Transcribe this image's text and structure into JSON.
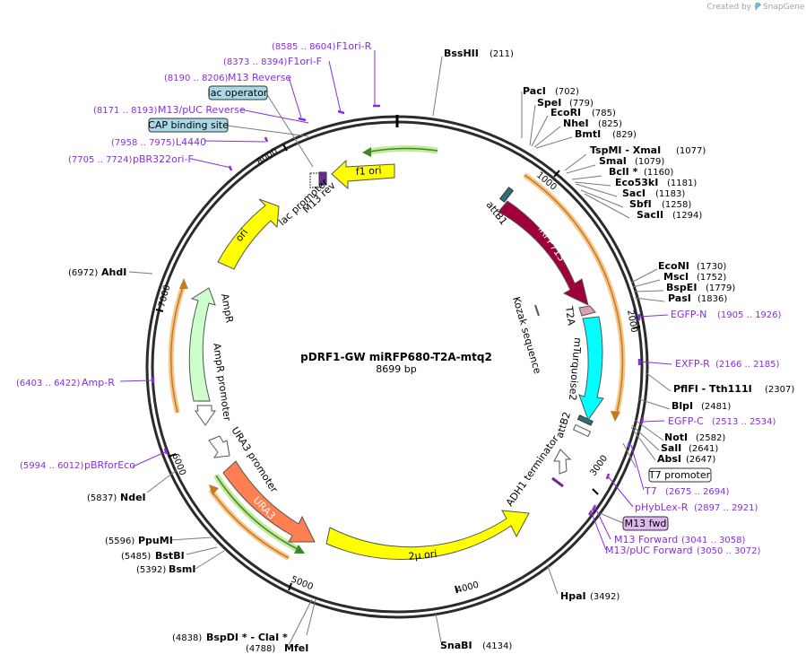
{
  "brand": {
    "created_by": "Created by",
    "app_name": "SnapGene"
  },
  "plasmid": {
    "name": "pDRF1-GW miRFP680-T2A-mtq2",
    "length": "8699 bp"
  },
  "ticks": [
    "1000",
    "2000",
    "3000",
    "4000",
    "5000",
    "6000",
    "7000",
    "8000"
  ],
  "enzymes": [
    {
      "name": "BssHII",
      "pos": "(211)"
    },
    {
      "name": "PacI",
      "pos": "(702)"
    },
    {
      "name": "SpeI",
      "pos": "(779)"
    },
    {
      "name": "EcoRI",
      "pos": "(785)"
    },
    {
      "name": "NheI",
      "pos": "(825)"
    },
    {
      "name": "BmtI",
      "pos": "(829)"
    },
    {
      "name": "TspMI  - XmaI",
      "pos": "(1077)"
    },
    {
      "name": "SmaI",
      "pos": "(1079)"
    },
    {
      "name": "BclI *",
      "pos": "(1160)"
    },
    {
      "name": "Eco53kI",
      "pos": "(1181)"
    },
    {
      "name": "SacI",
      "pos": "(1183)"
    },
    {
      "name": "SbfI",
      "pos": "(1258)"
    },
    {
      "name": "SacII",
      "pos": "(1294)"
    },
    {
      "name": "EcoNI",
      "pos": "(1730)"
    },
    {
      "name": "MscI",
      "pos": "(1752)"
    },
    {
      "name": "BspEI",
      "pos": "(1779)"
    },
    {
      "name": "PasI",
      "pos": "(1836)"
    },
    {
      "name": "PflFI  - Tth111I",
      "pos": "(2307)"
    },
    {
      "name": "BlpI",
      "pos": "(2481)"
    },
    {
      "name": "NotI",
      "pos": "(2582)"
    },
    {
      "name": "SalI",
      "pos": "(2641)"
    },
    {
      "name": "AbsI",
      "pos": "(2647)"
    },
    {
      "name": "HpaI",
      "pos": "(3492)"
    },
    {
      "name": "SnaBI",
      "pos": "(4134)"
    },
    {
      "name": "BspDI *  - ClaI *",
      "pos": "(4838)"
    },
    {
      "name": "MfeI",
      "pos": "(4788)"
    },
    {
      "name": "BsmI",
      "pos": "(5392)"
    },
    {
      "name": "BstBI",
      "pos": "(5485)"
    },
    {
      "name": "PpuMI",
      "pos": "(5596)"
    },
    {
      "name": "NdeI",
      "pos": "(5837)"
    },
    {
      "name": "AhdI",
      "pos": "(6972)"
    }
  ],
  "primers": [
    {
      "name": "F1ori-R",
      "range": "(8585 .. 8604)"
    },
    {
      "name": "F1ori-F",
      "range": "(8373 .. 8394)"
    },
    {
      "name": "M13 Reverse",
      "range": "(8190 .. 8206)"
    },
    {
      "name": "M13/pUC Reverse",
      "range": "(8171 .. 8193)"
    },
    {
      "name": "L4440",
      "range": "(7958 .. 7975)"
    },
    {
      "name": "pBR322ori-F",
      "range": "(7705 .. 7724)"
    },
    {
      "name": "Amp-R",
      "range": "(6403 .. 6422)"
    },
    {
      "name": "pBRforEco",
      "range": "(5994 .. 6012)"
    },
    {
      "name": "EGFP-N",
      "range": "(1905 .. 1926)"
    },
    {
      "name": "EXFP-R",
      "range": "(2166 .. 2185)"
    },
    {
      "name": "EGFP-C",
      "range": "(2513 .. 2534)"
    },
    {
      "name": "T7",
      "range": "(2675 .. 2694)"
    },
    {
      "name": "pHybLex-R",
      "range": "(2897 .. 2921)"
    },
    {
      "name": "M13 Forward",
      "range": "(3041 .. 3058)"
    },
    {
      "name": "M13/pUC Forward",
      "range": "(3050 .. 3072)"
    }
  ],
  "boxed_features": {
    "lac_operator": "lac operator",
    "cap_site": "CAP binding site",
    "t7_promoter": "T7 promoter",
    "m13_fwd": "M13 fwd"
  },
  "features": {
    "f1_ori": "f1 ori",
    "lac_promoter": "lac promoter",
    "m13_rev": "M13 rev",
    "ori": "ori",
    "ampr": "AmpR",
    "ampr_promoter": "AmpR promoter",
    "ura3_promoter": "URA3 promoter",
    "ura3": "URA3",
    "two_mu_ori": "2μ ori",
    "adh1_terminator": "ADH1 terminator",
    "attb1": "attB1",
    "attb2": "attB2",
    "irfp713": "iRFP713",
    "t2a": "T2A",
    "kozak": "Kozak sequence",
    "mturquoise2": "mTurquoise2"
  },
  "colors": {
    "ori_yellow": "#ffff00",
    "irfp": "#a0003a",
    "mturquoise": "#00ffff",
    "ura3": "#ff7f50",
    "ampr": "#ccffcc",
    "primer": "#8a2be2",
    "f1_green": "#99cc66",
    "orange_band": "#f0a040"
  }
}
